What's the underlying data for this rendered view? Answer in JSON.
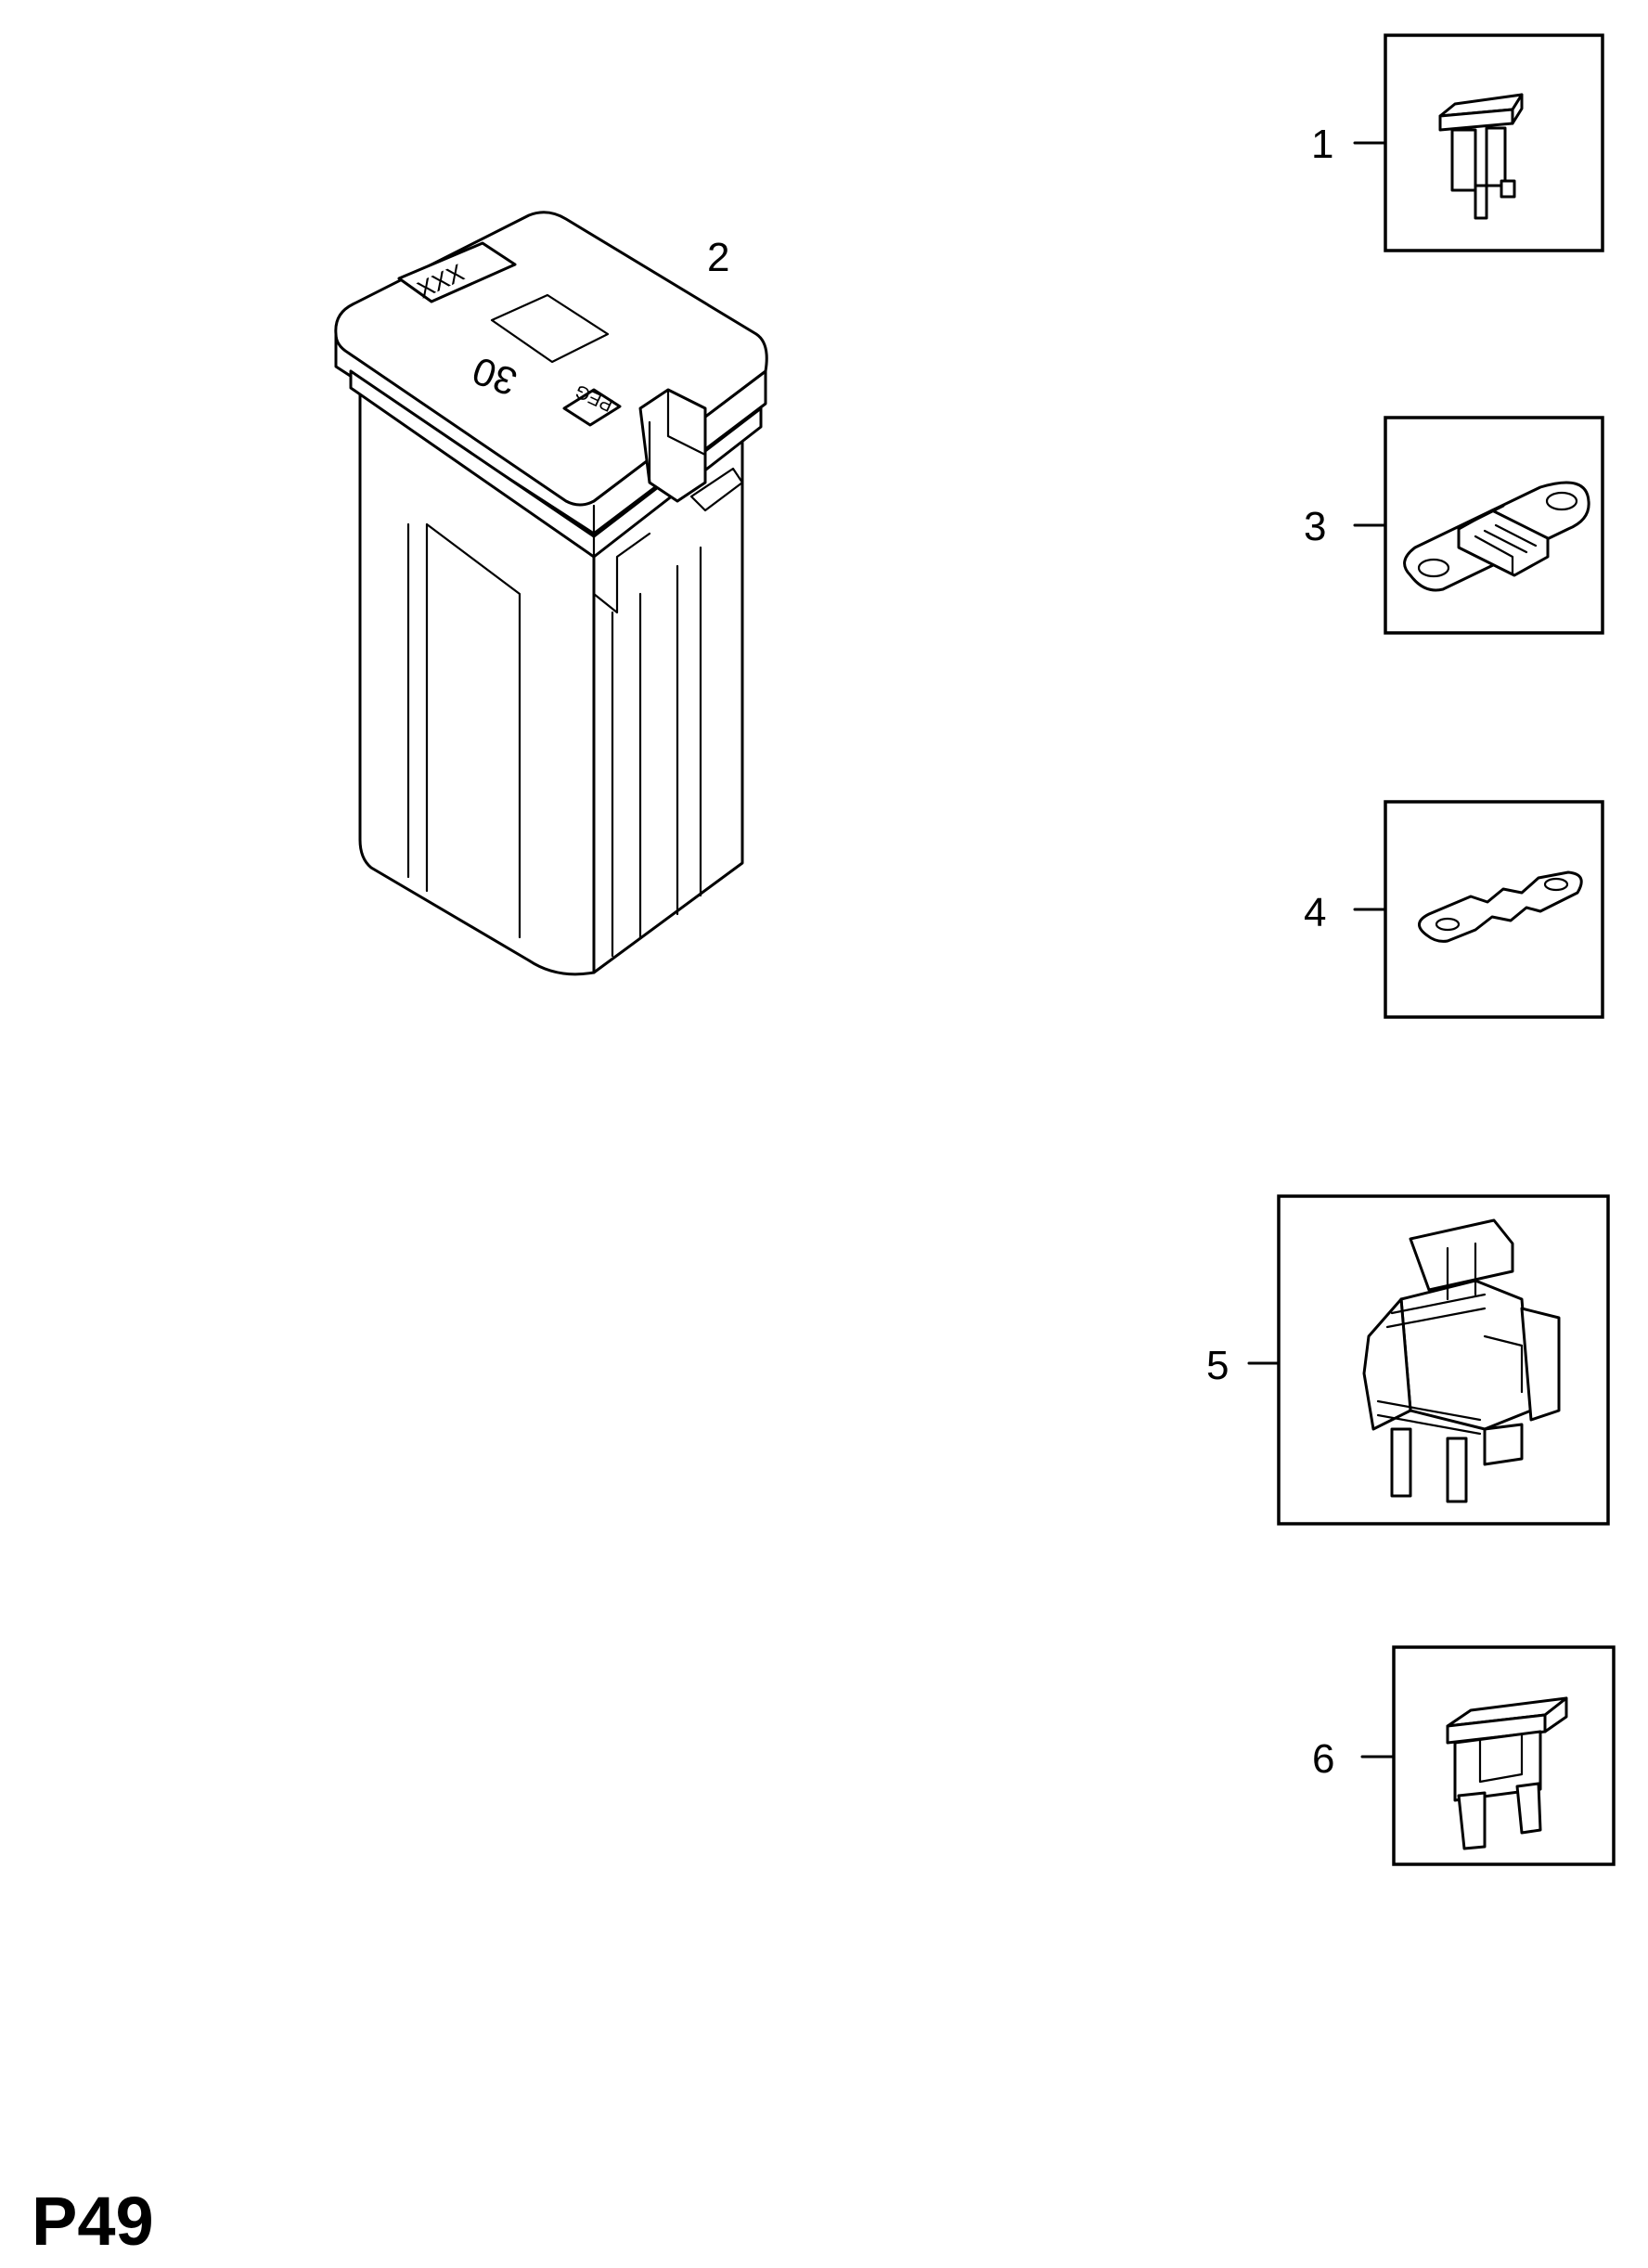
{
  "page_code": "P49",
  "callouts": [
    "1",
    "2",
    "3",
    "4",
    "5",
    "6"
  ],
  "fuse_markings": {
    "rating": "30",
    "maker": "PEG",
    "code": "XXX"
  }
}
